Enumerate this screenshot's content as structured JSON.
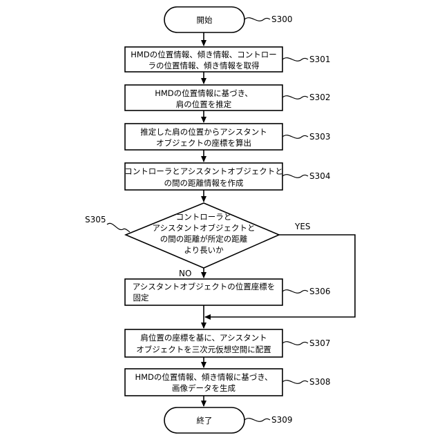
{
  "nodes": {
    "start": {
      "text": [
        "開始"
      ],
      "label": "S300"
    },
    "s301": {
      "text": [
        "HMDの位置情報、傾き情報、コントロー",
        "ラの位置情報、傾き情報を取得"
      ],
      "label": "S301"
    },
    "s302": {
      "text": [
        "HMDの位置情報に基づき、",
        "肩の位置を推定"
      ],
      "label": "S302"
    },
    "s303": {
      "text": [
        "推定した肩の位置からアシスタント",
        "オブジェクトの座標を算出"
      ],
      "label": "S303"
    },
    "s304": {
      "text": [
        "コントローラとアシスタントオブジェクトと",
        "の間の距離情報を作成"
      ],
      "label": "S304"
    },
    "s305": {
      "text": [
        "コントローラと",
        "アシスタントオブジェクトと",
        "の間の距離が所定の距離",
        "より長いか"
      ],
      "label": "S305"
    },
    "s306": {
      "text": [
        "アシスタントオブジェクトの位置座標を",
        "固定"
      ],
      "label": "S306"
    },
    "s307": {
      "text": [
        "肩位置の座標を基に、アシスタント",
        "オブジェクトを三次元仮想空間に配置"
      ],
      "label": "S307"
    },
    "s308": {
      "text": [
        "HMDの位置情報、傾き情報に基づき、",
        "画像データを生成"
      ],
      "label": "S308"
    },
    "end": {
      "text": [
        "終了"
      ],
      "label": "S309"
    }
  },
  "branches": {
    "yes": "YES",
    "no": "NO"
  }
}
